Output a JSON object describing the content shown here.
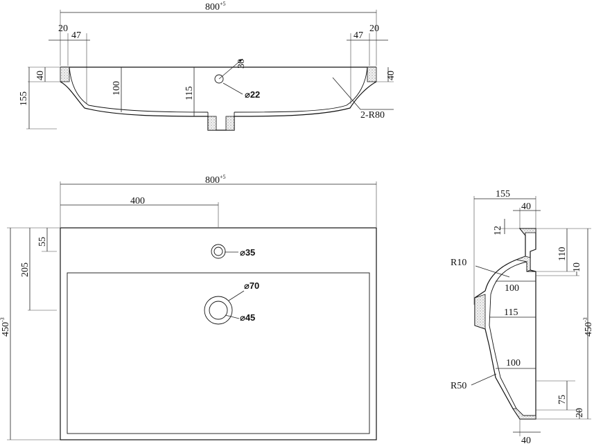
{
  "front_view": {
    "overall_width": "800",
    "overall_width_tol": "+5",
    "left_edge_20": "20",
    "left_edge_47": "47",
    "right_edge_47": "47",
    "right_edge_20": "20",
    "rim_left_40": "40",
    "rim_right_40": "40",
    "total_height": "155",
    "bowl_depth": "100",
    "overflow_height": "115",
    "overflow_angle": "30",
    "overflow_dia": "⌀22",
    "radius_note": "2-R80"
  },
  "top_view": {
    "overall_width": "800",
    "overall_width_tol": "+5",
    "hole_offset": "400",
    "hole_top": "55",
    "bowl_edge": "205",
    "overall_depth": "450",
    "overall_depth_tol": "-3",
    "tap_hole_dia": "⌀35",
    "drain_outer_dia": "⌀70",
    "drain_inner_dia": "⌀45"
  },
  "side_view": {
    "total_height": "155",
    "top_rim": "40",
    "notch": "12",
    "overflow_drop": "110",
    "overflow_slot": "10",
    "overflow_radius": "R10",
    "upper_width": "100",
    "mid_width": "115",
    "lower_width": "100",
    "lower_radius": "R50",
    "front_depth": "75",
    "front_lip": "20",
    "bottom_rim": "40",
    "overall_depth": "450",
    "overall_depth_tol": "-3"
  }
}
